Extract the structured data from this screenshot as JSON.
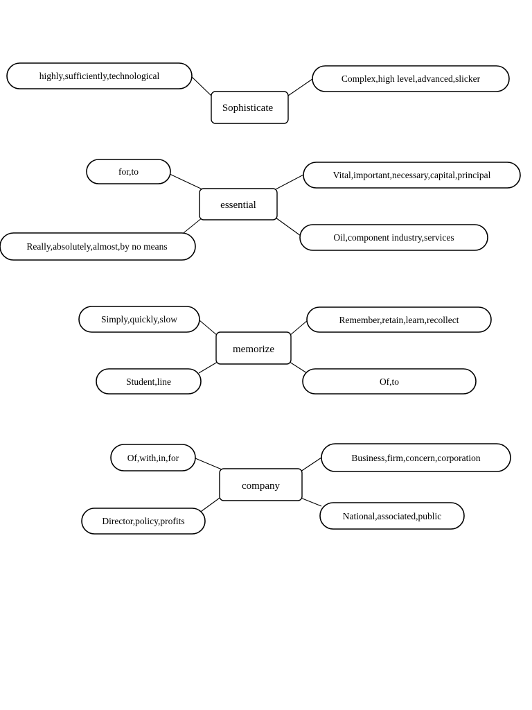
{
  "word_maps": [
    {
      "center": "Sophisticate",
      "associations": [
        {
          "text": "highly,sufficiently,technological"
        },
        {
          "text": "Complex,high level,advanced,slicker"
        }
      ]
    },
    {
      "center": "essential",
      "associations": [
        {
          "text": "for,to"
        },
        {
          "text": "Vital,important,necessary,capital,principal"
        },
        {
          "text": "Really,absolutely,almost,by no means"
        },
        {
          "text": "Oil,component industry,services"
        }
      ]
    },
    {
      "center": "memorize",
      "associations": [
        {
          "text": "Simply,quickly,slow"
        },
        {
          "text": "Remember,retain,learn,recollect"
        },
        {
          "text": "Student,line"
        },
        {
          "text": "Of,to"
        }
      ]
    },
    {
      "center": "company",
      "associations": [
        {
          "text": "Of,with,in,for"
        },
        {
          "text": "Business,firm,concern,corporation"
        },
        {
          "text": "Director,policy,profits"
        },
        {
          "text": "National,associated,public"
        }
      ]
    }
  ]
}
